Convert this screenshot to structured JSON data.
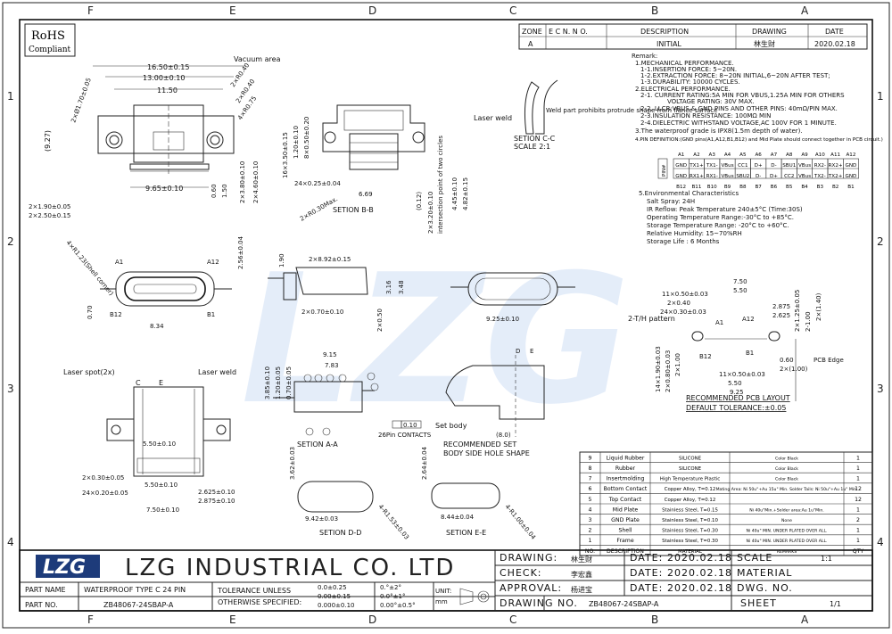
{
  "zones_top": [
    "F",
    "E",
    "D",
    "C",
    "B",
    "A"
  ],
  "zones_side": [
    "1",
    "2",
    "3",
    "4"
  ],
  "rohs": {
    "line1": "RoHS",
    "line2": "Compliant"
  },
  "revision": {
    "headers": [
      "ZONE",
      "E C N. N O.",
      "DESCRIPTION",
      "DRAWING",
      "DATE"
    ],
    "row": [
      "A",
      "",
      "INITIAL",
      "林生财",
      "2020.02.18"
    ]
  },
  "remarks": [
    "Remark:",
    "1.MECHANICAL PERFORMANCE.",
    "1-1.INSERTION FORCE: 5~20N.",
    "1-2.EXTRACTION FORCE: 8~20N INITIAL,6~20N AFTER TEST;",
    "1-3.DURABILITY: 10000 CYCLES.",
    "2.ELECTRICAL PERFORMANCE.",
    "2-1. CURRENT RATING:5A MIN FOR VBUS,1.25A MIN FOR OTHERS",
    "VOLTAGE RATING: 30V MAX.",
    "2-2. LLCR:VBUS & GND PINS AND OTHER PINS: 40mΩ/PIN MAX.",
    "2-3.INSULATION RESISTANCE: 100MΩ MIN",
    "2-4.DIELECTRIC WITHSTAND VOLTAGE,AC 100V FOR 1 MINUTE.",
    "3.The waterproof grade is IPX8(1.5m depth of water).",
    "4.PIN DEFINITION:(GND pins(A1,A12,B1,B12) and Mid Plate should connect together in PCB circuit.)"
  ],
  "pin_table": {
    "side": "PIN#",
    "top_nums": [
      "A1",
      "A2",
      "A3",
      "A4",
      "A5",
      "A6",
      "A7",
      "A8",
      "A9",
      "A10",
      "A11",
      "A12"
    ],
    "row_a": [
      "GND",
      "TX1+",
      "TX1-",
      "VBus",
      "CC1",
      "D+",
      "D-",
      "SBU1",
      "VBus",
      "RX2-",
      "RX2+",
      "GND"
    ],
    "row_b": [
      "GND",
      "RX1+",
      "RX1-",
      "VBus",
      "SBU2",
      "D-",
      "D+",
      "CC2",
      "VBus",
      "TX2-",
      "TX2+",
      "GND"
    ],
    "bot_nums": [
      "B12",
      "B11",
      "B10",
      "B9",
      "B8",
      "B7",
      "B6",
      "B5",
      "B4",
      "B3",
      "B2",
      "B1"
    ]
  },
  "environment": [
    "5.Environmental Characteristics",
    "Salt Spray: 24H",
    "IR Reflow: Peak Temperature 240±5°C (Time:30S)",
    "Operating Temperature Range:-30°C to +85°C.",
    "Storage Temperature Range: -20°C to +60°C.",
    "Relative Humidity: 15~70%RH",
    "Storage Life : 6 Months"
  ],
  "annotations": {
    "vacuum": "Vacuum area",
    "laser_weld": "Laser weld",
    "weld_note": "Weld part prohibits protrude shape from flance surface",
    "section_cc": "SETION C-C",
    "scale21": "SCALE 2:1",
    "section_bb": "SETION B-B",
    "section_aa": "SETION A-A",
    "section_dd": "SETION D-D",
    "section_ee": "SETION E-E",
    "laser_spot": "Laser spot(2x)",
    "laser_weld2": "Laser weld",
    "set_body": "Set body",
    "recommended_set": "RECOMMENDED SET",
    "body_side": "BODY SIDE HOLE SHAPE",
    "contacts": "26Pin CONTACTS",
    "flat": "0.10",
    "pcb_layout": "RECOMMENDED PCB LAYOUT",
    "default_tol": "DEFAULT TOLERANCE:±0.05",
    "th_pattern": "2-T/H pattern",
    "pcb_edge": "PCB Edge",
    "intersection": "intersection point of two circles",
    "shell_corner": "4×R1.23(Shell corner)"
  },
  "dims_front": {
    "d1": "16.50±0.15",
    "d2": "13.00±0.10",
    "d3": "11.50",
    "d4": "9.65±0.10",
    "d5": "2×R0.40",
    "d6": "2×R0.40",
    "d7": "4×R0.75",
    "d8": "(9.27)",
    "d9": "2×Ø1.70±0.05",
    "d10": "0.60",
    "d11": "1.50",
    "d12": "2×3.80±0.10",
    "d13": "2×4.60±0.10",
    "d14": "2×1.90±0.05",
    "d15": "2×2.50±0.15"
  },
  "dims_bb": {
    "a": "16×3.50±0.15",
    "b": "1.20±0.10",
    "c": "8×0.50±0.20",
    "d": "24×0.25±0.04",
    "e": "6.69",
    "f": "2×R0.30Max.",
    "g": "(0.12)",
    "h": "2×3.20±0.10",
    "i": "4.45±0.10",
    "j": "4.82±0.15"
  },
  "dims_mid": {
    "a": "2×8.92±0.15",
    "b": "1.90",
    "c": "3.16",
    "d": "3.48",
    "e": "2×0.70±0.10",
    "f": "2×0.50",
    "g": "9.25±0.10",
    "h": "2.56±0.04",
    "i": "8.34",
    "j": "0.70"
  },
  "dims_aa": {
    "a": "9.15",
    "b": "7.83",
    "c": "3.85±0.10",
    "d": "1.20±0.05",
    "e": "0.70±0.05",
    "f": "(8.0)"
  },
  "dims_bottom": {
    "a": "5.50±0.10",
    "b": "5.50±0.10",
    "c": "2×0.30±0.05",
    "d": "24×0.20±0.05",
    "e": "2.625±0.10",
    "f": "2.875±0.10",
    "g": "7.50±0.10"
  },
  "dims_dd": {
    "a": "3.62±0.03",
    "b": "9.42±0.03",
    "c": "4-R1.53±0.03"
  },
  "dims_ee": {
    "a": "2.64±0.04",
    "b": "8.44±0.04",
    "c": "4-R1.00±0.04"
  },
  "dims_pcb": {
    "a": "7.50",
    "b": "5.50",
    "c": "11×0.50±0.03",
    "d": "2×0.40",
    "e": "24×0.30±0.03",
    "f": "2.875",
    "g": "2.625",
    "h": "2×1.25±0.05",
    "i": "2-1.00",
    "j": "2×(1.40)",
    "k": "0.60",
    "l": "2×(1.00)",
    "m": "11×0.50±0.03",
    "n": "9.25",
    "o": "14×1.90±0.03",
    "p": "2×0.80±0.03",
    "q": "2×1.00"
  },
  "bom": {
    "headers": [
      "NO.",
      "DESCRIPTION",
      "MATERIAL",
      "REMARKS",
      "QTY"
    ],
    "rows": [
      [
        "9",
        "Liquid Rubber",
        "SILICONE",
        "Color Black",
        "1"
      ],
      [
        "8",
        "Rubber",
        "SILICONE",
        "Color Black",
        "1"
      ],
      [
        "7",
        "Insertmolding",
        "High Temperature Plastic",
        "Color Black",
        "1"
      ],
      [
        "6",
        "Bottom Contact",
        "Copper Alloy, T=0.12",
        "Mating Area: Ni 50u\"+Au 15u\" Min.  Solder Tails: Ni 50u\"+Au 1u\" Min.",
        "12"
      ],
      [
        "5",
        "Top Contact",
        "Copper Alloy, T=0.12",
        "",
        "12"
      ],
      [
        "4",
        "Mid Plate",
        "Stainless Steel, T=0.15",
        "Ni 40u\"Min.+Solder area:Au 1u\"Min.",
        "1"
      ],
      [
        "3",
        "GND Plate",
        "Stainless Steel, T=0.10",
        "None",
        "2"
      ],
      [
        "2",
        "Shell",
        "Stainless Steel, T=0.30",
        "Ni 40u\" MIN. UNDER PLATED OVER ALL.",
        "1"
      ],
      [
        "1",
        "Frame",
        "Stainless Steel, T=0.30",
        "Ni 40u\" MIN. UNDER PLATED OVER ALL.",
        "1"
      ]
    ]
  },
  "title_block": {
    "logo": "LZG",
    "company": "LZG INDUSTRIAL CO. LTD",
    "part_name_label": "PART NAME",
    "part_name": "WATERPROOF TYPE C 24 PIN",
    "part_no_label": "PART NO.",
    "part_no": "ZB48067-24SBAP-A",
    "tol_label1": "TOLERANCE UNLESS",
    "tol_label2": "OTHERWISE SPECIFIED:",
    "tol1": "0.0±0.25",
    "tol2": "0.00±0.15",
    "tol3": "0.000±0.10",
    "ang1": "0.°±2°",
    "ang2": "0.0°±1°",
    "ang3": "0.00°±0.5°",
    "unit_label": "UNIT:",
    "unit": "mm",
    "drawing_label": "DRAWING:",
    "drawing": "林生财",
    "check_label": "CHECK:",
    "check": "李宏鑫",
    "approval_label": "APPROVAL:",
    "approval": "杨进宝",
    "date_label": "DATE:",
    "date1": "2020.02.18",
    "date2": "2020.02.18",
    "date3": "2020.02.18",
    "scale_label": "SCALE",
    "scale": "1:1",
    "material_label": "MATERIAL",
    "dwg_label": "DWG. NO.",
    "drawing_no_label": "DRAWING NO.",
    "drawing_no": "ZB48067-24SBAP-A",
    "sheet_label": "SHEET",
    "sheet": "1/1"
  }
}
